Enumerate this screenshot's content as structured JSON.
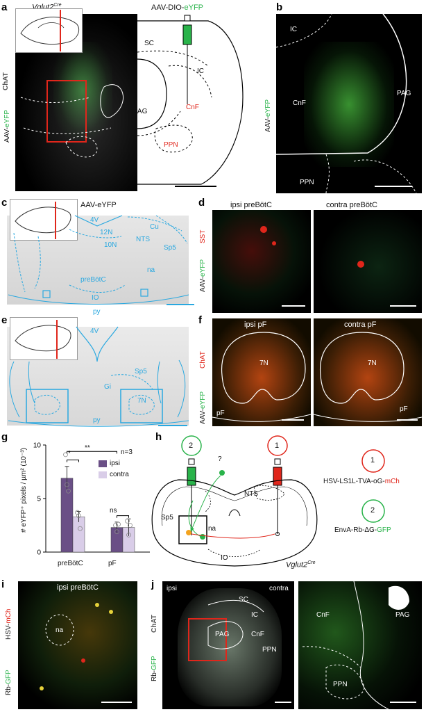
{
  "panel_letters": {
    "a": "a",
    "b": "b",
    "c": "c",
    "d": "d",
    "e": "e",
    "f": "f",
    "g": "g",
    "h": "h",
    "i": "i",
    "j": "j"
  },
  "panel_a": {
    "mouse_line": "Vglut2",
    "mouse_line_sup": "Cre",
    "stain_label": "ChAT",
    "virus_label_prefix": "AAV-",
    "virus_label_suffix": "eYFP",
    "injection_prefix": "AAV-DIO-",
    "injection_suffix": "eYFP",
    "regions": {
      "sc": "SC",
      "ic": "IC",
      "pag": "PAG",
      "cnf": "CnF",
      "ppn": "PPN"
    }
  },
  "panel_b": {
    "side_label_prefix": "AAV-",
    "side_label_suffix": "eYFP",
    "regions": {
      "ic": "IC",
      "cnf": "CnF",
      "pag": "PAG",
      "ppn": "PPN"
    }
  },
  "panel_c": {
    "title": "AAV-eYFP",
    "regions": {
      "v4": "4V",
      "cu": "Cu",
      "n12": "12N",
      "n10": "10N",
      "nts": "NTS",
      "sp5": "Sp5",
      "na": "na",
      "prebotc": "preBötC",
      "io": "IO",
      "py": "py"
    }
  },
  "panel_d": {
    "left_title": "ipsi preBötC",
    "right_title": "contra preBötC",
    "label_sst": "SST",
    "label_virus_prefix": "AAV-",
    "label_virus_suffix": "eYFP"
  },
  "panel_e": {
    "regions": {
      "v4": "4V",
      "sp5": "Sp5",
      "gi": "Gi",
      "n7": "7N",
      "py": "py"
    }
  },
  "panel_f": {
    "left_title": "ipsi pF",
    "right_title": "contra pF",
    "label_chat": "ChAT",
    "label_virus_prefix": "AAV-",
    "label_virus_suffix": "eYFP",
    "regions": {
      "n7": "7N",
      "pf": "pF"
    }
  },
  "chart_data": {
    "type": "bar",
    "categories": [
      "preBötC",
      "pF"
    ],
    "series": [
      {
        "name": "ipsi",
        "values": [
          6.9,
          2.3
        ],
        "errors": [
          1.1,
          0.5
        ],
        "color": "#6a4f86",
        "points": [
          [
            9.1,
            6.3,
            5.7
          ],
          [
            2.5,
            1.9,
            2.6
          ]
        ]
      },
      {
        "name": "contra",
        "values": [
          3.3,
          2.3
        ],
        "errors": [
          0.5,
          0.8
        ],
        "color": "#d9cde8",
        "points": [
          [
            3.7,
            3.4,
            2.2
          ],
          [
            2.9,
            1.6,
            2.5
          ]
        ]
      }
    ],
    "ylabel": "# eYFP⁺ pixels / µm² (10⁻³)",
    "ylim": [
      0,
      10
    ],
    "yticks": [
      0,
      5,
      10
    ],
    "annotations": {
      "n": "n=3",
      "sig1": "*",
      "sig2": "**",
      "ns": "ns"
    },
    "legend_position": "top-right"
  },
  "panel_h": {
    "step1_number": "1",
    "step2_number": "2",
    "step1_text_prefix": "HSV-LS1L-TVA-oG-",
    "step1_text_suffix": "mCh",
    "step2_text_prefix": "EnvA-Rb-ΔG-",
    "step2_text_suffix": "GFP",
    "question": "?",
    "regions": {
      "nts": "NTS",
      "sp5": "Sp5",
      "na": "na",
      "io": "IO"
    },
    "mouse_line": "Vglut2",
    "mouse_line_sup": "Cre"
  },
  "panel_i": {
    "title": "ipsi preBötC",
    "region": "na",
    "label_hsv_prefix": "HSV-",
    "label_hsv_suffix": "mCh",
    "label_rb_prefix": "Rb-",
    "label_rb_suffix": "GFP"
  },
  "panel_j": {
    "ipsi": "ipsi",
    "contra": "contra",
    "label_chat": "ChAT",
    "label_rb_prefix": "Rb-",
    "label_rb_suffix": "GFP",
    "regions": {
      "sc": "SC",
      "ic": "IC",
      "pag": "PAG",
      "cnf": "CnF",
      "ppn": "PPN"
    }
  }
}
